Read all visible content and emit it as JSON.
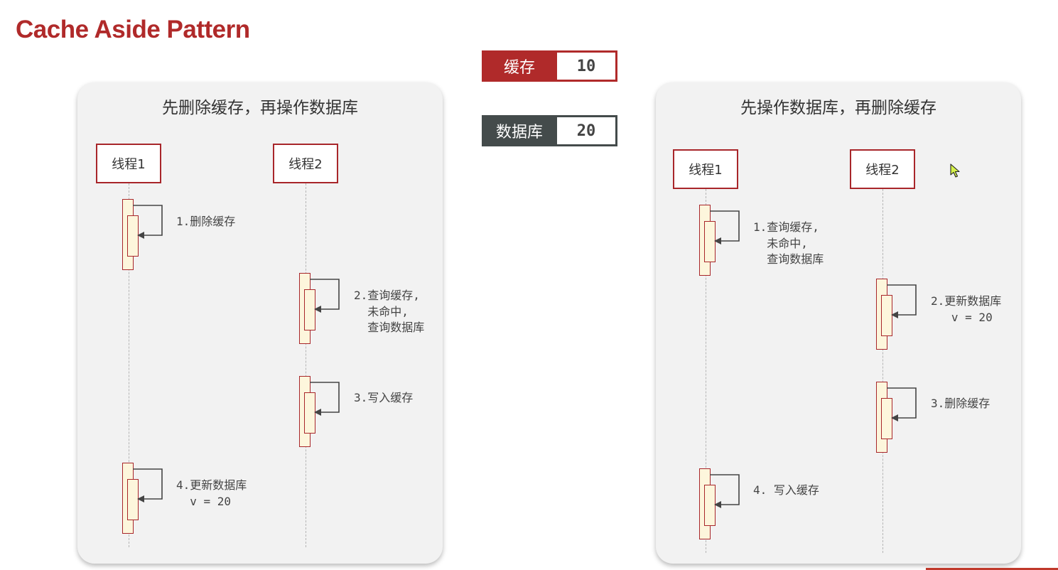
{
  "title": "Cache Aside Pattern",
  "cache": {
    "label": "缓存",
    "value": "10"
  },
  "database": {
    "label": "数据库",
    "value": "20"
  },
  "left_panel": {
    "title": "先删除缓存，再操作数据库",
    "actors": [
      "线程1",
      "线程2"
    ],
    "steps": [
      {
        "actor": 1,
        "text": "1.删除缓存"
      },
      {
        "actor": 2,
        "text": "2.查询缓存,\n  未命中,\n  查询数据库"
      },
      {
        "actor": 2,
        "text": "3.写入缓存"
      },
      {
        "actor": 1,
        "text": "4.更新数据库\n  v = 20"
      }
    ]
  },
  "right_panel": {
    "title": "先操作数据库，再删除缓存",
    "actors": [
      "线程1",
      "线程2"
    ],
    "steps": [
      {
        "actor": 1,
        "text": "1.查询缓存,\n  未命中,\n  查询数据库"
      },
      {
        "actor": 2,
        "text": "2.更新数据库\n   v = 20"
      },
      {
        "actor": 2,
        "text": "3.删除缓存"
      },
      {
        "actor": 1,
        "text": "4. 写入缓存"
      }
    ]
  },
  "colors": {
    "accent": "#b02a2a",
    "dark": "#444b4b",
    "panel_bg": "#f2f2f2",
    "activation_fill": "#fdf6dc"
  },
  "icons": {
    "cursor": "mouse-pointer-icon"
  }
}
